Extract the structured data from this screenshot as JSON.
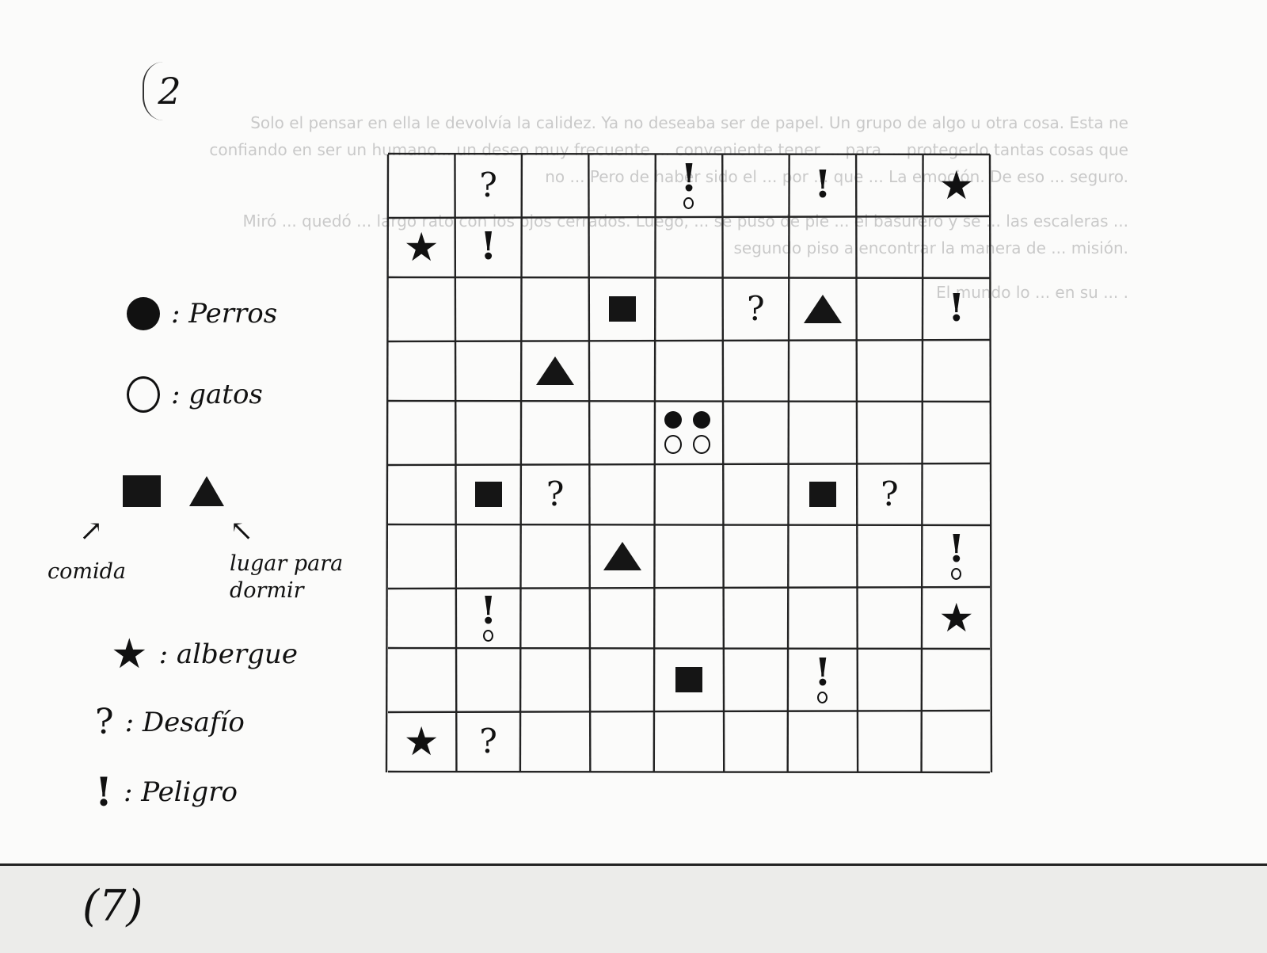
{
  "page_numbers": {
    "top": "2",
    "bottom": "(7)"
  },
  "faint_text": [
    "Solo el pensar en ella le devolvía la calidez. Ya no deseaba ser de papel. Un grupo de algo u otra cosa. Esta ne confiando en ser un humano... un deseo muy frecuente ... conveniente tener ... para ... protegerlo tantas cosas que no ... Pero de haber sido el ... por ... que ... La emoción. De eso ... seguro.",
    "Miró ... quedó ... largo rato con los ojos cerrados. Luego, ... se puso de pie ... el basurero y se ... las escaleras ... segundo piso a encontrar la manera de ... misión.",
    "El mundo lo ... en su ... ."
  ],
  "legend": [
    {
      "id": "perros",
      "icon": "filled-circle",
      "label": ": Perros"
    },
    {
      "id": "gatos",
      "icon": "open-circle",
      "label": ": gatos"
    },
    {
      "id": "comida",
      "icon": "filled-square",
      "label": "comida"
    },
    {
      "id": "lugar",
      "icon": "filled-triangle",
      "label": "lugar para\ndormir"
    },
    {
      "id": "albergue",
      "icon": "star",
      "label": ": albergue"
    },
    {
      "id": "desafio",
      "icon": "question-mark",
      "label": ": Desafío"
    },
    {
      "id": "peligro",
      "icon": "exclamation-mark",
      "label": ": Peligro"
    }
  ],
  "symbols": {
    "star": "★",
    "question": "?",
    "bang": "!"
  },
  "board": {
    "rows": 10,
    "cols": 9,
    "pieces": [
      {
        "row": 0,
        "col": 1,
        "type": "desafio"
      },
      {
        "row": 0,
        "col": 4,
        "type": "peligro-gato"
      },
      {
        "row": 0,
        "col": 6,
        "type": "peligro"
      },
      {
        "row": 0,
        "col": 8,
        "type": "albergue"
      },
      {
        "row": 1,
        "col": 0,
        "type": "albergue"
      },
      {
        "row": 1,
        "col": 1,
        "type": "peligro"
      },
      {
        "row": 2,
        "col": 3,
        "type": "comida"
      },
      {
        "row": 2,
        "col": 5,
        "type": "desafio"
      },
      {
        "row": 2,
        "col": 6,
        "type": "lugar"
      },
      {
        "row": 2,
        "col": 8,
        "type": "peligro"
      },
      {
        "row": 3,
        "col": 2,
        "type": "lugar"
      },
      {
        "row": 4,
        "col": 4,
        "type": "inicio"
      },
      {
        "row": 5,
        "col": 1,
        "type": "comida"
      },
      {
        "row": 5,
        "col": 2,
        "type": "desafio"
      },
      {
        "row": 5,
        "col": 6,
        "type": "comida"
      },
      {
        "row": 5,
        "col": 7,
        "type": "desafio"
      },
      {
        "row": 6,
        "col": 3,
        "type": "lugar"
      },
      {
        "row": 6,
        "col": 8,
        "type": "peligro-gato"
      },
      {
        "row": 7,
        "col": 1,
        "type": "peligro-gato"
      },
      {
        "row": 7,
        "col": 8,
        "type": "albergue"
      },
      {
        "row": 8,
        "col": 4,
        "type": "comida"
      },
      {
        "row": 8,
        "col": 6,
        "type": "peligro-gato"
      },
      {
        "row": 9,
        "col": 0,
        "type": "albergue"
      },
      {
        "row": 9,
        "col": 1,
        "type": "desafio"
      }
    ]
  }
}
